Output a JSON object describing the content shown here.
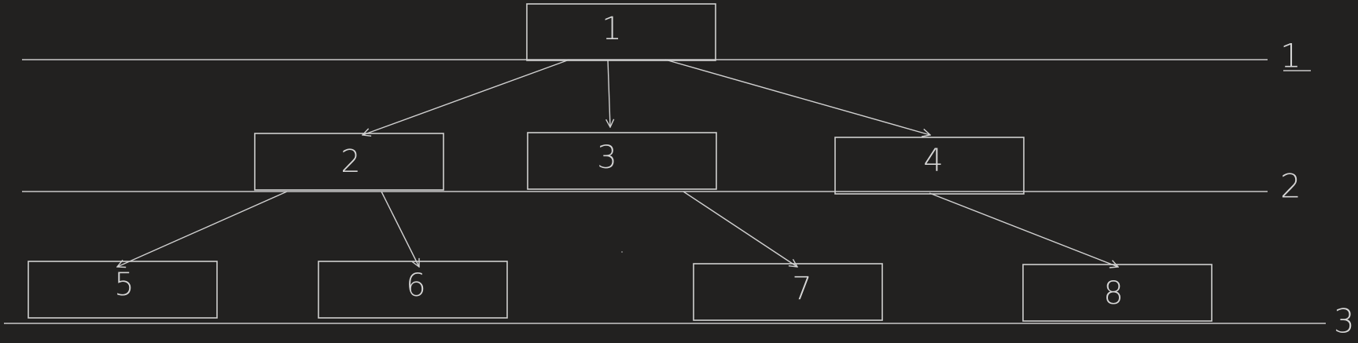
{
  "canvas": {
    "background": "#222120",
    "stroke": "#d0d0d0"
  },
  "nodes": [
    {
      "id": "1",
      "label": "1"
    },
    {
      "id": "2",
      "label": "2"
    },
    {
      "id": "3",
      "label": "3"
    },
    {
      "id": "4",
      "label": "4"
    },
    {
      "id": "5",
      "label": "5"
    },
    {
      "id": "6",
      "label": "6"
    },
    {
      "id": "7",
      "label": "7"
    },
    {
      "id": "8",
      "label": "8"
    }
  ],
  "edges": [
    {
      "from": "1",
      "to": "2"
    },
    {
      "from": "1",
      "to": "3"
    },
    {
      "from": "1",
      "to": "4"
    },
    {
      "from": "2",
      "to": "5"
    },
    {
      "from": "2",
      "to": "6"
    },
    {
      "from": "3",
      "to": "7"
    },
    {
      "from": "4",
      "to": "8"
    }
  ],
  "levels": [
    {
      "label": "1"
    },
    {
      "label": "2"
    },
    {
      "label": "3"
    }
  ]
}
